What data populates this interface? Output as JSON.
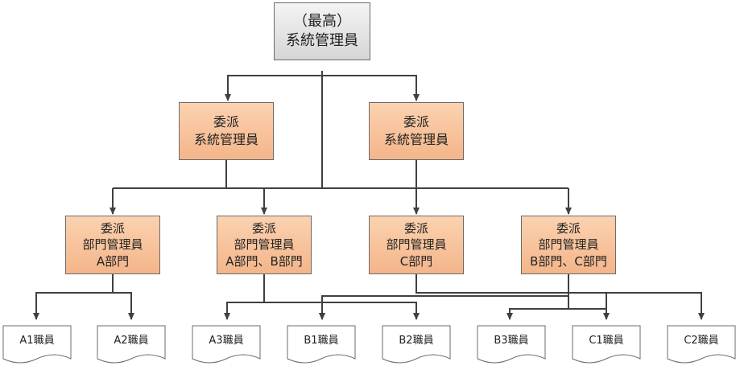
{
  "top": {
    "line1": "（最高）",
    "line2": "系統管理員"
  },
  "delegates": [
    {
      "line1": "委派",
      "line2": "系統管理員"
    },
    {
      "line1": "委派",
      "line2": "系統管理員"
    }
  ],
  "departments": [
    {
      "line1": "委派",
      "line2": "部門管理員",
      "line3": "A部門"
    },
    {
      "line1": "委派",
      "line2": "部門管理員",
      "line3": "A部門、B部門"
    },
    {
      "line1": "委派",
      "line2": "部門管理員",
      "line3": "C部門"
    },
    {
      "line1": "委派",
      "line2": "部門管理員",
      "line3": "B部門、C部門"
    }
  ],
  "staff": [
    "A1職員",
    "A2職員",
    "A3職員",
    "B1職員",
    "B2職員",
    "B3職員",
    "C1職員",
    "C2職員"
  ]
}
